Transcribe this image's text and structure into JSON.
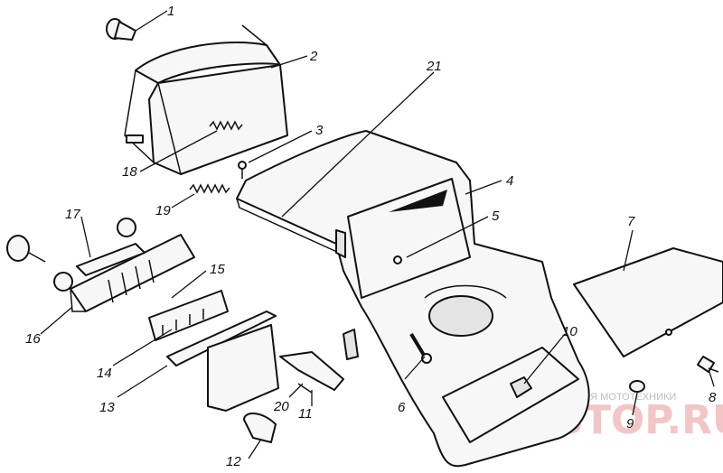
{
  "callouts": [
    {
      "id": "1",
      "label": "1"
    },
    {
      "id": "2",
      "label": "2"
    },
    {
      "id": "3",
      "label": "3"
    },
    {
      "id": "4",
      "label": "4"
    },
    {
      "id": "5",
      "label": "5"
    },
    {
      "id": "6",
      "label": "6"
    },
    {
      "id": "7",
      "label": "7"
    },
    {
      "id": "8",
      "label": "8"
    },
    {
      "id": "9",
      "label": "9"
    },
    {
      "id": "10",
      "label": "10"
    },
    {
      "id": "11",
      "label": "11"
    },
    {
      "id": "12",
      "label": "12"
    },
    {
      "id": "13",
      "label": "13"
    },
    {
      "id": "14",
      "label": "14"
    },
    {
      "id": "15",
      "label": "15"
    },
    {
      "id": "16",
      "label": "16"
    },
    {
      "id": "17",
      "label": "17"
    },
    {
      "id": "18",
      "label": "18"
    },
    {
      "id": "19",
      "label": "19"
    },
    {
      "id": "20",
      "label": "20"
    },
    {
      "id": "21",
      "label": "21"
    }
  ],
  "watermark": {
    "caption": "ЗАПЧАСТИ И АКСЕССУАРЫ ДЛЯ МОТОТЕХНИКИ",
    "logo": "PARTSTOP.RU"
  },
  "colors": {
    "ink": "#111111",
    "watermark_logo": "#f2c6c6",
    "watermark_caption": "#bdbdbd"
  }
}
